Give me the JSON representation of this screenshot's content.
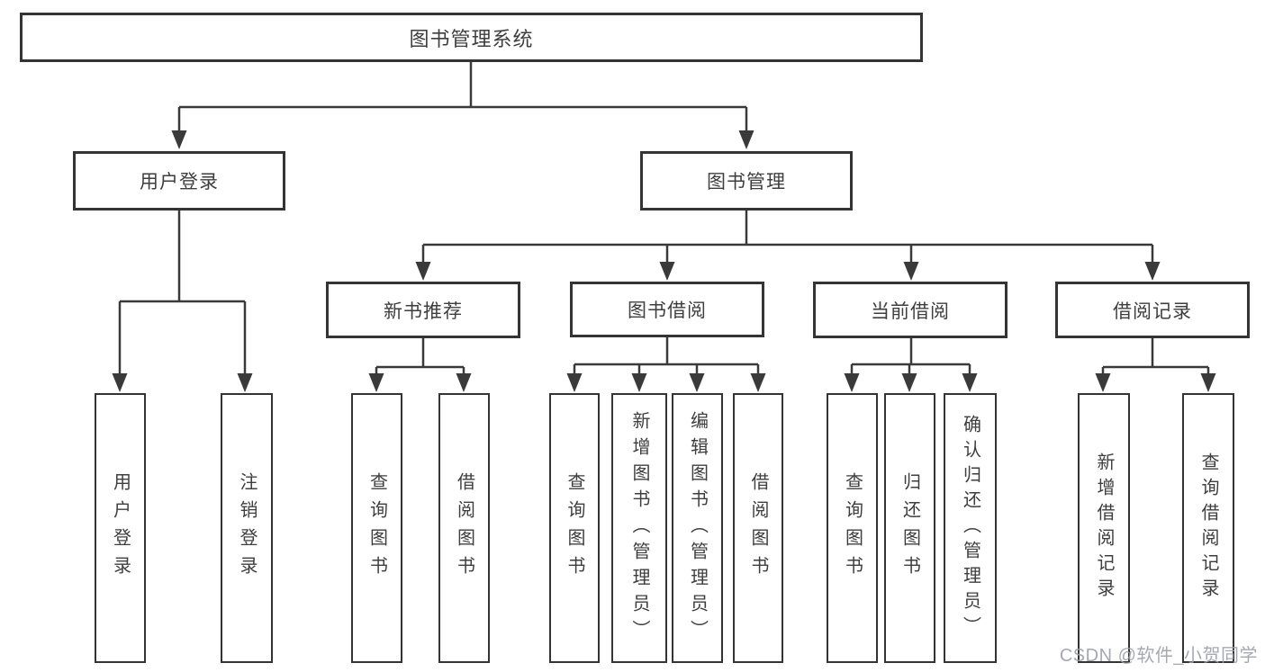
{
  "diagram": {
    "title": "图书管理系统",
    "branches": [
      {
        "label": "用户登录",
        "children": [
          {
            "label": "用户登录"
          },
          {
            "label": "注销登录"
          }
        ]
      },
      {
        "label": "图书管理",
        "children": [
          {
            "label": "新书推荐",
            "children": [
              {
                "label": "查询图书"
              },
              {
                "label": "借阅图书"
              }
            ]
          },
          {
            "label": "图书借阅",
            "children": [
              {
                "label": "查询图书"
              },
              {
                "label": "新增图书（管理员）"
              },
              {
                "label": "编辑图书（管理员）"
              },
              {
                "label": "借阅图书"
              }
            ]
          },
          {
            "label": "当前借阅",
            "children": [
              {
                "label": "查询图书"
              },
              {
                "label": "归还图书"
              },
              {
                "label": "确认归还（管理员）"
              }
            ]
          },
          {
            "label": "借阅记录",
            "children": [
              {
                "label": "新增借阅记录"
              },
              {
                "label": "查询借阅记录"
              }
            ]
          }
        ]
      }
    ]
  },
  "watermark": {
    "text": "CSDN @软件_小贺同学"
  },
  "colors": {
    "line": "#3a3a3a",
    "box_border": "#343434",
    "text": "#3e3e3e",
    "watermark": "#9ba0a6",
    "background": "#ffffff"
  }
}
